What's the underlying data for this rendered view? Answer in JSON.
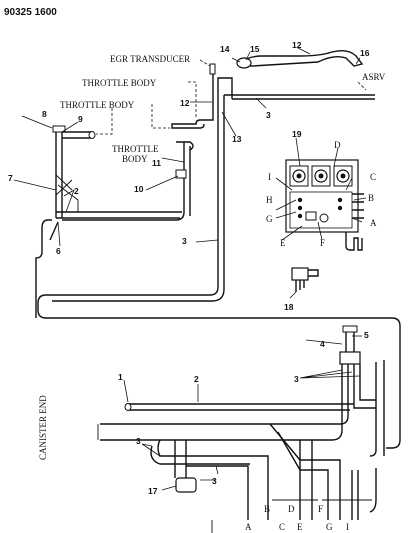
{
  "header": {
    "code": "90325 1600"
  },
  "labels": {
    "egr_transducer": "EGR TRANSDUCER",
    "throttle_body_1": "THROTTLE BODY",
    "throttle_body_2": "THROTTLE BODY",
    "throttle_body_3a": "THROTTLE",
    "throttle_body_3b": "BODY",
    "asrv": "ASRV",
    "canister_end": "CANISTER END"
  },
  "callouts": {
    "n1": "1",
    "n2a": "2",
    "n2b": "2",
    "n3a": "3",
    "n3b": "3",
    "n3c": "3",
    "n3d": "3",
    "n3e": "3",
    "n5": "5",
    "n4": "4",
    "n6": "6",
    "n7": "7",
    "n8": "8",
    "n9": "9",
    "n10": "10",
    "n11": "11",
    "n12a": "12",
    "n12b": "12",
    "n13": "13",
    "n14": "14",
    "n15": "15",
    "n16": "16",
    "n17": "17",
    "n18": "18",
    "n19": "19"
  },
  "connector_letters": {
    "A": "A",
    "B": "B",
    "C": "C",
    "D": "D",
    "E": "E",
    "F": "F",
    "G": "G",
    "H": "H",
    "I": "I"
  },
  "bottom_letters": [
    "A",
    "B",
    "C",
    "D",
    "E",
    "F",
    "G",
    "I"
  ]
}
